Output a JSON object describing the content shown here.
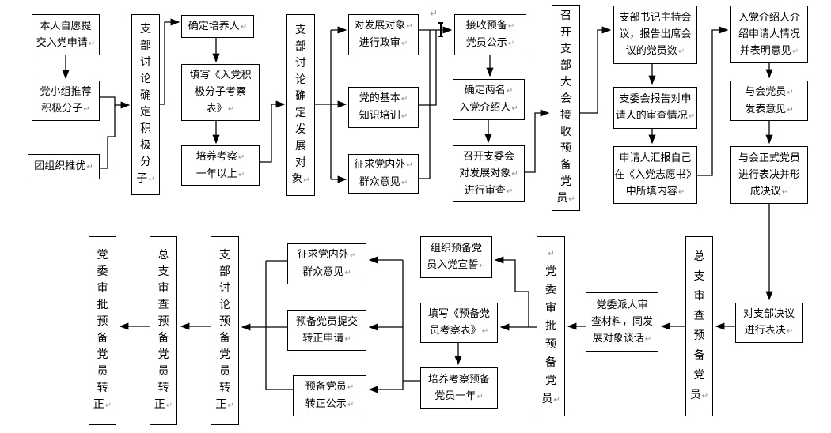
{
  "page": {
    "background": "#ffffff",
    "description_note": "flowchart of party membership development process"
  },
  "colors": {
    "box_border": "#000000",
    "connector_line": "#000000",
    "text": "#000000",
    "paragraph_mark": "#8f8f8f",
    "background": "#ffffff"
  },
  "marks": {
    "paragraph_mark": "↵"
  },
  "flowchart": {
    "nodes": {
      "self_apply": {
        "lines": [
          [
            "本人自愿提",
            ""
          ],
          [
            "交入党申请",
            "↵"
          ]
        ]
      },
      "group_recommend": {
        "lines": [
          [
            "党小组推荐",
            ""
          ],
          [
            "积极分子",
            "↵"
          ]
        ]
      },
      "youth_league": {
        "lines": [
          [
            "团组织推优",
            "↵"
          ]
        ]
      },
      "v_branch_activist": {
        "lines": [
          [
            "支",
            ""
          ],
          [
            "部",
            ""
          ],
          [
            "讨",
            ""
          ],
          [
            "论",
            ""
          ],
          [
            "确",
            ""
          ],
          [
            "定",
            ""
          ],
          [
            "积",
            ""
          ],
          [
            "极",
            ""
          ],
          [
            "分",
            ""
          ],
          [
            "子",
            "↵"
          ]
        ]
      },
      "assign_cultivator": {
        "lines": [
          [
            "确定培养人",
            "↵"
          ]
        ]
      },
      "fill_activist_form": {
        "lines": [
          [
            "填写《入党积",
            ""
          ],
          [
            "极分子考察",
            ""
          ],
          [
            "表》",
            "↵"
          ]
        ]
      },
      "cultivate_year": {
        "lines": [
          [
            "培养考察",
            "↵"
          ],
          [
            "一年以上",
            "↵"
          ]
        ]
      },
      "v_branch_target": {
        "lines": [
          [
            "支",
            ""
          ],
          [
            "部",
            ""
          ],
          [
            "讨",
            ""
          ],
          [
            "论",
            ""
          ],
          [
            "确",
            ""
          ],
          [
            "定",
            ""
          ],
          [
            "发",
            ""
          ],
          [
            "展",
            ""
          ],
          [
            "对",
            ""
          ],
          [
            "象",
            "↵"
          ]
        ]
      },
      "political_review": {
        "lines": [
          [
            "对发展对象",
            "↵"
          ],
          [
            "进行政审",
            "↵"
          ]
        ]
      },
      "knowledge_training": {
        "lines": [
          [
            "党的基本",
            "↵"
          ],
          [
            "知识培训",
            "↵"
          ]
        ]
      },
      "seek_opinions1": {
        "lines": [
          [
            "征求党内外",
            "↵"
          ],
          [
            "群众意见",
            "↵"
          ]
        ]
      },
      "publicity": {
        "lines": [
          [
            "接收预备",
            "↵"
          ],
          [
            "党员公示",
            "↵"
          ]
        ]
      },
      "two_introducers": {
        "lines": [
          [
            "确定两名",
            "↵"
          ],
          [
            "入党介绍人",
            "↵"
          ]
        ]
      },
      "committee_review": {
        "lines": [
          [
            "召开支委会",
            ""
          ],
          [
            "对发展对象",
            "↵"
          ],
          [
            "进行审查",
            "↵"
          ]
        ]
      },
      "v_branch_meeting": {
        "lines": [
          [
            "召",
            ""
          ],
          [
            "开",
            ""
          ],
          [
            "支",
            ""
          ],
          [
            "部",
            ""
          ],
          [
            "大",
            ""
          ],
          [
            "会",
            ""
          ],
          [
            "接",
            ""
          ],
          [
            "收",
            ""
          ],
          [
            "预",
            ""
          ],
          [
            "备",
            ""
          ],
          [
            "党",
            ""
          ],
          [
            "员",
            "↵"
          ]
        ]
      },
      "secretary_host": {
        "lines": [
          [
            "支部书记主持会",
            ""
          ],
          [
            "议，报告出席会",
            ""
          ],
          [
            "议的党员数",
            "↵"
          ]
        ]
      },
      "committee_report": {
        "lines": [
          [
            "支委会报告对申",
            ""
          ],
          [
            "请人的审查情况",
            "↵"
          ]
        ]
      },
      "applicant_report": {
        "lines": [
          [
            "申请人汇报自己",
            ""
          ],
          [
            "在《入党志愿书》",
            ""
          ],
          [
            "中所填内容",
            "↵"
          ]
        ]
      },
      "introducers_present": {
        "lines": [
          [
            "入党介绍人介",
            ""
          ],
          [
            "绍申请人情况",
            ""
          ],
          [
            "并表明意见",
            "↵"
          ]
        ]
      },
      "member_opinions": {
        "lines": [
          [
            "与会党员",
            "↵"
          ],
          [
            "发表意见",
            "↵"
          ]
        ]
      },
      "formal_vote": {
        "lines": [
          [
            "与会正式党员",
            ""
          ],
          [
            "进行表决并形",
            ""
          ],
          [
            "成决议",
            "↵"
          ]
        ]
      },
      "vote_resolution": {
        "lines": [
          [
            "对支部决议",
            ""
          ],
          [
            "进行表决",
            "↵"
          ]
        ]
      },
      "v_general_review": {
        "lines": [
          [
            "总",
            ""
          ],
          [
            "支",
            ""
          ],
          [
            "审",
            ""
          ],
          [
            "查",
            ""
          ],
          [
            "预",
            ""
          ],
          [
            "备",
            ""
          ],
          [
            "党",
            ""
          ],
          [
            "员",
            "↵"
          ]
        ]
      },
      "committee_send": {
        "lines": [
          [
            "党委派人审",
            ""
          ],
          [
            "查材料，同发",
            ""
          ],
          [
            "展对象谈话",
            "↵"
          ]
        ]
      },
      "v_committee_approve": {
        "lines": [
          [
            "",
            "↵"
          ],
          [
            "党",
            ""
          ],
          [
            "委",
            ""
          ],
          [
            "审",
            ""
          ],
          [
            "批",
            ""
          ],
          [
            "预",
            ""
          ],
          [
            "备",
            ""
          ],
          [
            "党",
            ""
          ],
          [
            "员",
            "↵"
          ]
        ]
      },
      "oath": {
        "lines": [
          [
            "组织预备党",
            ""
          ],
          [
            "员入党宣誓",
            "↵"
          ]
        ]
      },
      "fill_probation": {
        "lines": [
          [
            "填写《预备党",
            ""
          ],
          [
            "员考察表》",
            "↵"
          ]
        ]
      },
      "probation_year": {
        "lines": [
          [
            "培养考察预备",
            ""
          ],
          [
            "党员一年",
            "↵"
          ]
        ]
      },
      "seek_opinions2": {
        "lines": [
          [
            "征求党内外",
            "↵"
          ],
          [
            "群众意见",
            "↵"
          ]
        ]
      },
      "submit_application": {
        "lines": [
          [
            "预备党员提交",
            ""
          ],
          [
            "转正申请",
            "↵"
          ]
        ]
      },
      "conversion_publicity": {
        "lines": [
          [
            "预备党员",
            "↵"
          ],
          [
            "转正公示",
            "↵"
          ]
        ]
      },
      "v_branch_conversion": {
        "lines": [
          [
            "支",
            ""
          ],
          [
            "部",
            ""
          ],
          [
            "讨",
            ""
          ],
          [
            "论",
            ""
          ],
          [
            "预",
            ""
          ],
          [
            "备",
            ""
          ],
          [
            "党",
            ""
          ],
          [
            "员",
            ""
          ],
          [
            "转",
            ""
          ],
          [
            "正",
            "↵"
          ]
        ]
      },
      "v_general_conversion": {
        "lines": [
          [
            "总",
            ""
          ],
          [
            "支",
            ""
          ],
          [
            "审",
            ""
          ],
          [
            "查",
            ""
          ],
          [
            "预",
            ""
          ],
          [
            "备",
            ""
          ],
          [
            "党",
            ""
          ],
          [
            "员",
            ""
          ],
          [
            "转",
            ""
          ],
          [
            "正",
            "↵"
          ]
        ]
      },
      "v_committee_conversion": {
        "lines": [
          [
            "党",
            ""
          ],
          [
            "委",
            ""
          ],
          [
            "审",
            ""
          ],
          [
            "批",
            ""
          ],
          [
            "预",
            ""
          ],
          [
            "备",
            ""
          ],
          [
            "党",
            ""
          ],
          [
            "员",
            ""
          ],
          [
            "转",
            ""
          ],
          [
            "正",
            "↵"
          ]
        ]
      }
    }
  }
}
